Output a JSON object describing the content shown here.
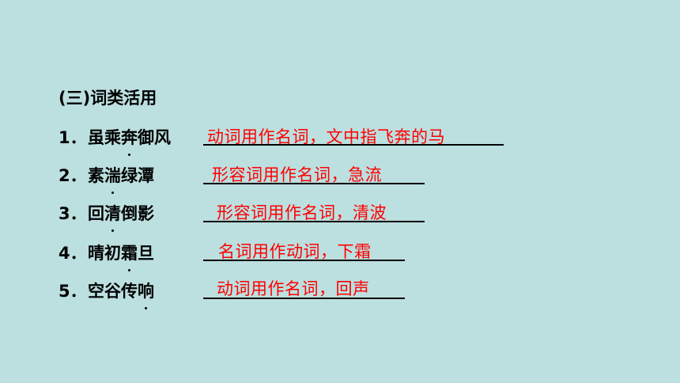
{
  "heading": "(三)词类活用",
  "items": [
    {
      "number": "1．",
      "chars": [
        "虽",
        "乘",
        "奔",
        "御",
        "风"
      ],
      "dotted_index": 2,
      "answer": "动词用作名词，文中指飞奔的马"
    },
    {
      "number": "2．",
      "chars": [
        "素",
        "湍",
        "绿",
        "潭"
      ],
      "dotted_index": 1,
      "answer": "形容词用作名词，急流"
    },
    {
      "number": "3．",
      "chars": [
        "回",
        "清",
        "倒",
        "影"
      ],
      "dotted_index": 1,
      "answer": "形容词用作名词，清波"
    },
    {
      "number": "4．",
      "chars": [
        "晴",
        "初",
        "霜",
        "旦"
      ],
      "dotted_index": 2,
      "answer": "名词用作动词，下霜"
    },
    {
      "number": "5．",
      "chars": [
        "空",
        "谷",
        "传",
        "响"
      ],
      "dotted_index": 3,
      "answer": "动词用作名词，回声"
    }
  ]
}
